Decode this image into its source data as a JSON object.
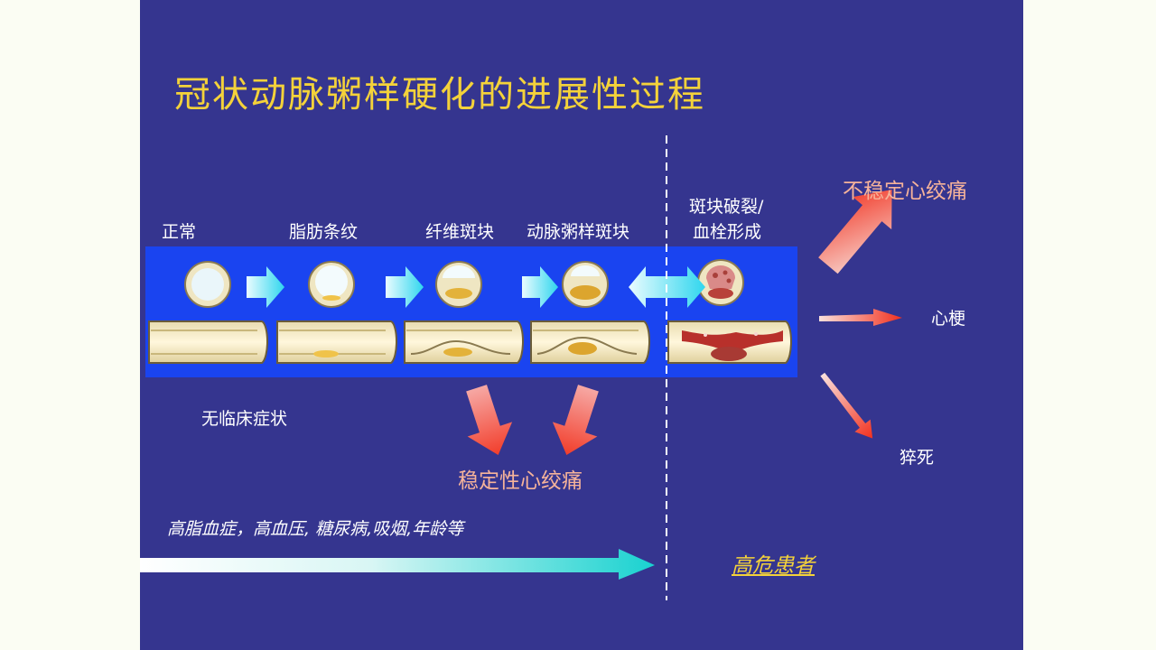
{
  "title": "冠状动脉粥样硬化的进展性过程",
  "stages": [
    "正常",
    "脂肪条纹",
    "纤维斑块",
    "动脉粥样斑块"
  ],
  "rupture_stage": [
    "斑块破裂/",
    "血栓形成"
  ],
  "no_symptoms": "无临床症状",
  "stable_angina": "稳定性心绞痛",
  "unstable_angina": "不稳定心绞痛",
  "mi": "心梗",
  "sudden_death": "猝死",
  "risk_factors": "高脂血症，高血压, 糖尿病,吸烟,年龄等",
  "high_risk": "高危患者",
  "colors": {
    "background": "#35358f",
    "title": "#f4d23a",
    "band": "#1a44f0"
  }
}
